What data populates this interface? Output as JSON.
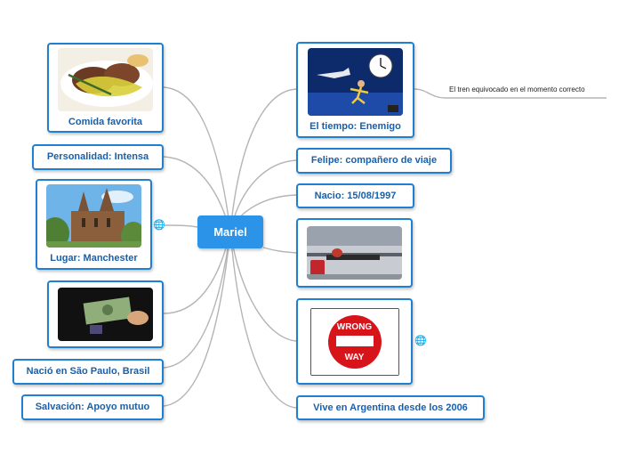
{
  "center": {
    "label": "Mariel"
  },
  "left": {
    "comida": {
      "label": "Comida favorita"
    },
    "personalidad": {
      "label": "Personalidad: Intensa"
    },
    "lugar": {
      "label": "Lugar: Manchester"
    },
    "nacio": {
      "label": "Nació en São Paulo, Brasil"
    },
    "salvacion": {
      "label": "Salvación: Apoyo mutuo"
    }
  },
  "right": {
    "tiempo": {
      "label": "El tiempo: Enemigo"
    },
    "felipe": {
      "label": "Felipe: compañero de viaje"
    },
    "nacio_fecha": {
      "label": "Nacio: 15/08/1997"
    },
    "wrong_sign": {
      "line1": "WRONG",
      "line2": "WAY"
    },
    "vive": {
      "label": "Vive en Argentina desde los 2006"
    }
  },
  "note": {
    "text": "El tren equivocado en el momento correcto"
  },
  "icons": {
    "globe": "globe-icon"
  },
  "colors": {
    "accent": "#1f7fd1",
    "center": "#2b93e8",
    "text": "#1a5fa8"
  }
}
